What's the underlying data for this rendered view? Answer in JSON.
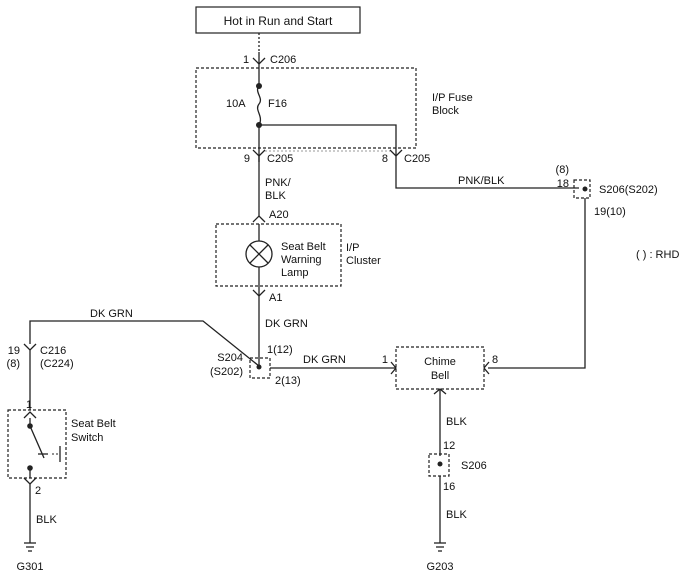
{
  "power": {
    "label": "Hot in Run and Start"
  },
  "fuse_block": {
    "name": "I/P Fuse Block",
    "name_line1": "I/P Fuse",
    "name_line2": "Block",
    "fuse_rating": "10A",
    "fuse_id": "F16",
    "input_pin": "1",
    "input_connector": "C206",
    "out_left_pin": "9",
    "out_left_connector": "C205",
    "out_right_pin": "8",
    "out_right_connector": "C205"
  },
  "wires": {
    "pnk_blk_left_1": "PNK/",
    "pnk_blk_left_2": "BLK",
    "pnk_blk_right": "PNK/BLK",
    "dk_grn_top": "DK GRN",
    "dk_grn_mid": "DK GRN",
    "dk_grn_chime": "DK GRN",
    "blk_left": "BLK",
    "blk_chime": "BLK",
    "blk_ground": "BLK"
  },
  "cluster": {
    "name_line1": "I/P",
    "name_line2": "Cluster",
    "lamp_line1": "Seat Belt",
    "lamp_line2": "Warning",
    "lamp_line3": "Lamp",
    "pin_top": "A20",
    "pin_bottom": "A1"
  },
  "splice_s206_top": {
    "name": "S206(S202)",
    "pin_in_alt": "(8)",
    "pin_in": "18",
    "pin_out": "19(10)"
  },
  "rhd_note": "( ) : RHD",
  "splice_s204": {
    "name_line1": "S204",
    "name_line2": "(S202)",
    "pin_top": "1(12)",
    "pin_bottom": "2(13)"
  },
  "c216": {
    "pin": "19",
    "pin_alt": "(8)",
    "name": "C216",
    "name_alt": "(C224)"
  },
  "seat_belt_switch": {
    "name_line1": "Seat Belt",
    "name_line2": "Switch",
    "pin_top": "1",
    "pin_bottom": "2"
  },
  "chime": {
    "name_line1": "Chime",
    "name_line2": "Bell",
    "pin_left": "1",
    "pin_right": "8"
  },
  "splice_s206_bottom": {
    "name": "S206",
    "pin_top": "12",
    "pin_bottom": "16"
  },
  "grounds": {
    "left": "G301",
    "right": "G203"
  }
}
